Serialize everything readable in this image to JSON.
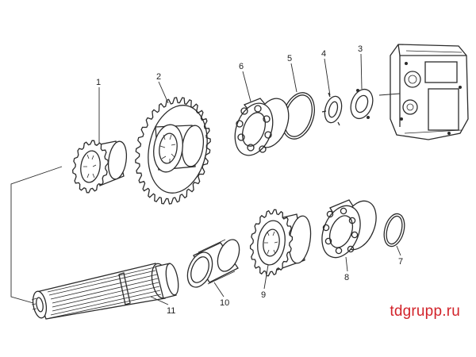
{
  "diagram": {
    "parts": [
      {
        "number": "1"
      },
      {
        "number": "2"
      },
      {
        "number": "3"
      },
      {
        "number": "4"
      },
      {
        "number": "5"
      },
      {
        "number": "6"
      },
      {
        "number": "7"
      },
      {
        "number": "8"
      },
      {
        "number": "9"
      },
      {
        "number": "10"
      },
      {
        "number": "11"
      }
    ]
  },
  "watermark": {
    "text": "tdgrupp.ru"
  },
  "colors": {
    "line": "#2b2b2b",
    "watermark": "#d2232a",
    "background": "#ffffff"
  }
}
